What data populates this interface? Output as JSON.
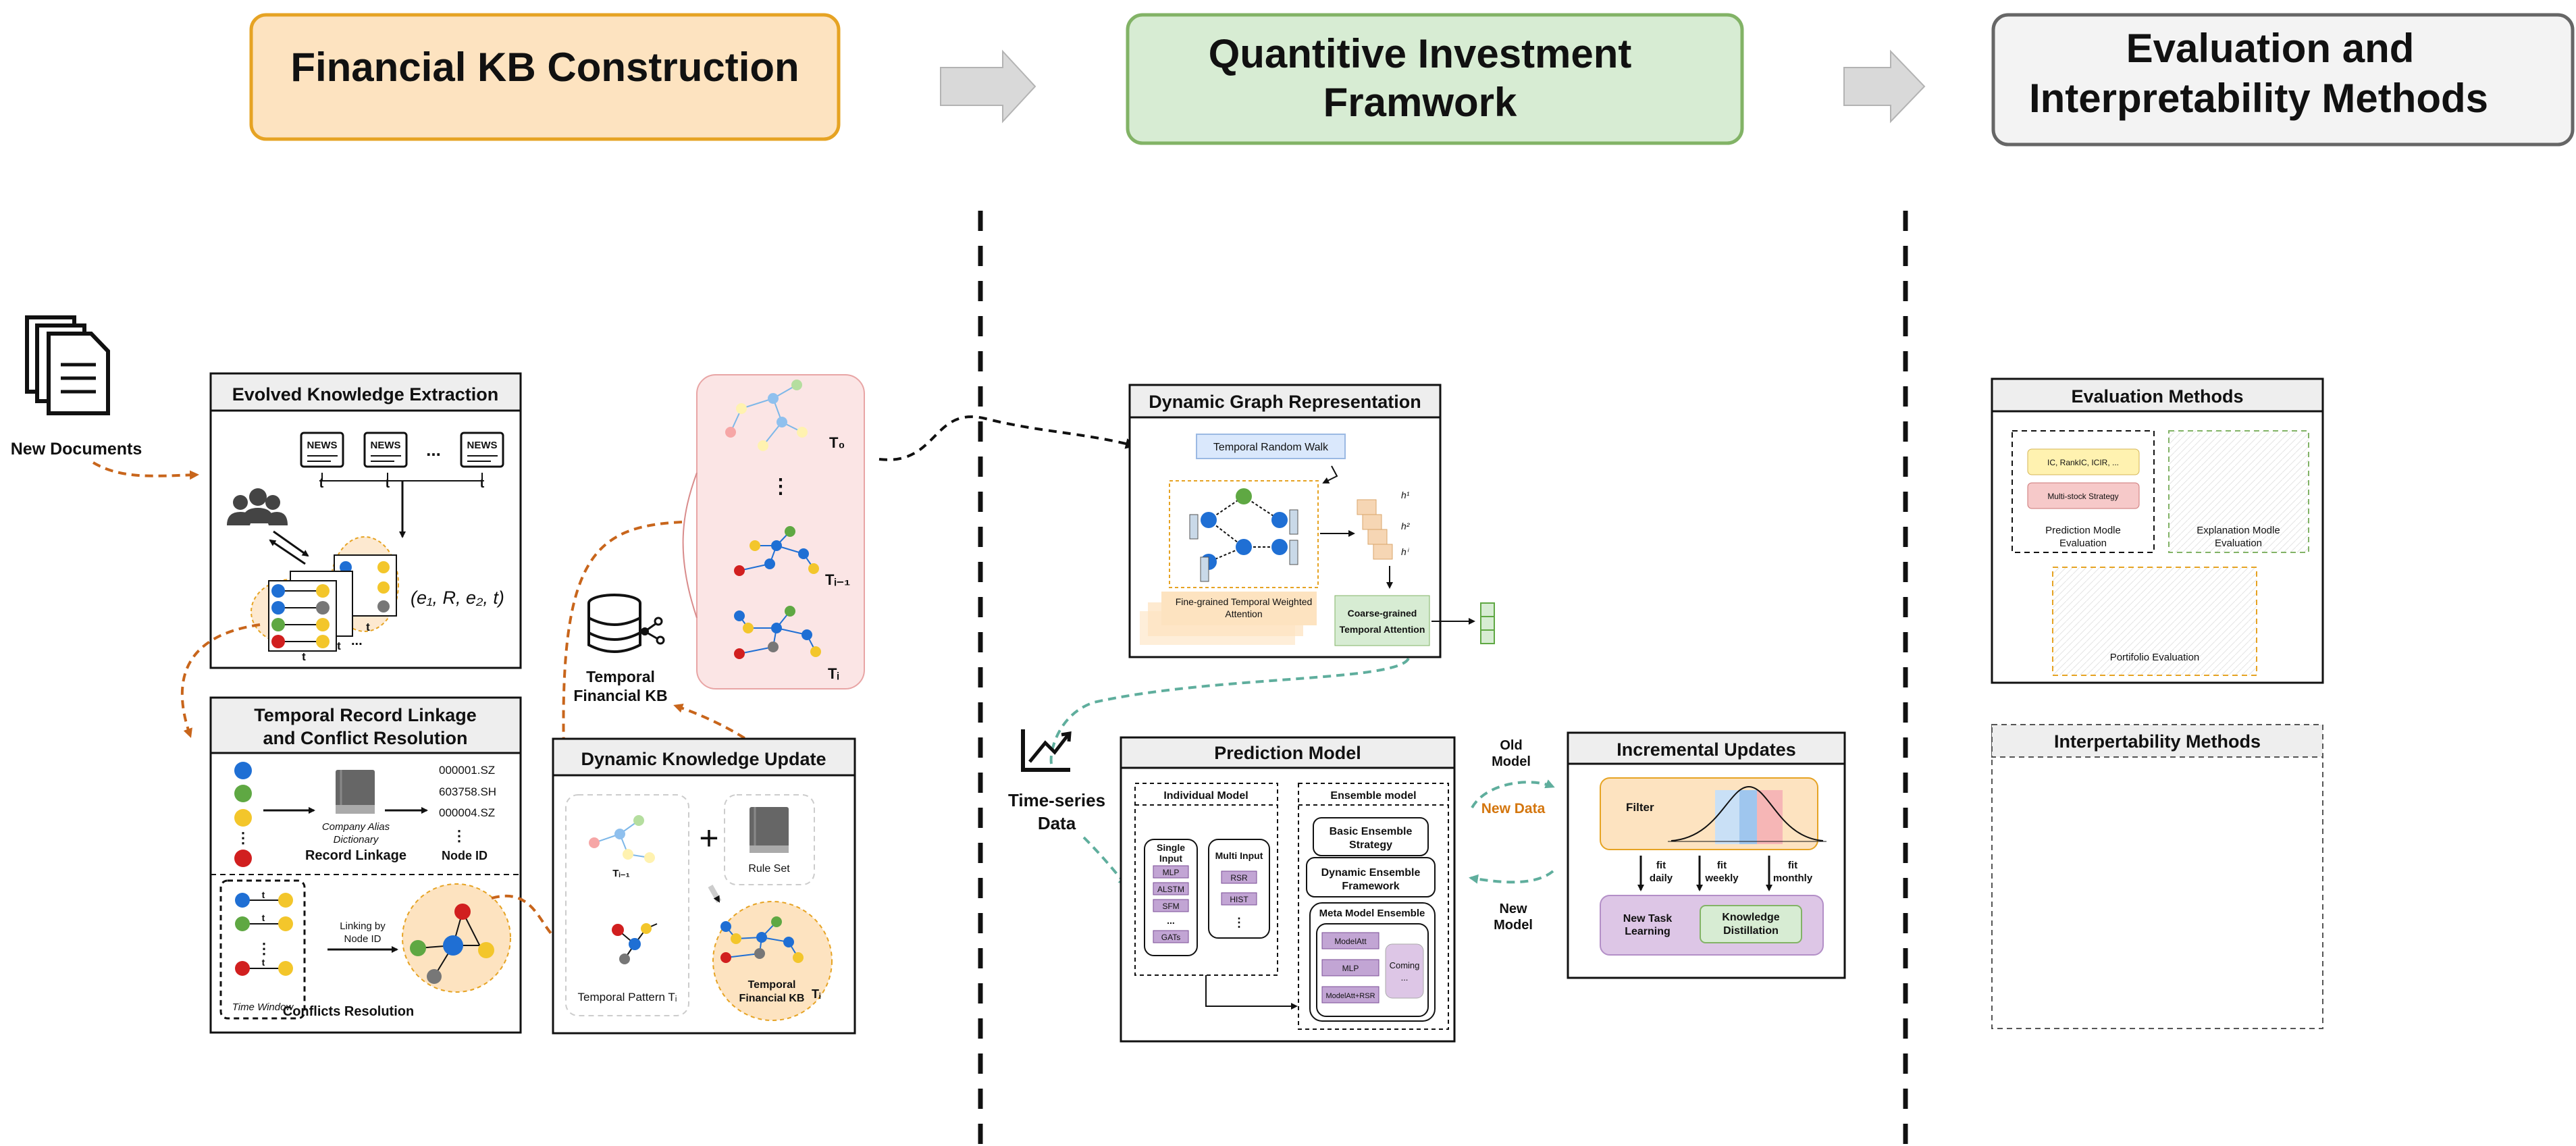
{
  "stages": {
    "kb": "Financial KB Construction",
    "quant_line1": "Quantitive Investment",
    "quant_line2": "Framwork",
    "eval_line1": "Evaluation and",
    "eval_line2": "Interpretability Methods"
  },
  "new_documents": "New Documents",
  "extraction": {
    "title": "Evolved Knowledge Extraction",
    "news": "NEWS",
    "t0": "t",
    "t1": "t",
    "tn": "t",
    "ellipsis": "...",
    "quad": "(e₁, R, e₂, t)"
  },
  "kb_graphs": {
    "T0": "T₀",
    "Ti1": "Tᵢ₋₁",
    "Ti": "Tᵢ",
    "dots": "⋮"
  },
  "temporal_kb": {
    "line1": "Temporal",
    "line2": "Financial KB"
  },
  "linkage": {
    "title_line1": "Temporal Record Linkage",
    "title_line2": "and Conflict Resolution",
    "dictionary_line1": "Company Alias",
    "dictionary_line2": "Dictionary",
    "record_linkage": "Record Linkage",
    "ids": [
      "000001.SZ",
      "603758.SH",
      "000004.SZ"
    ],
    "node_id": "Node ID",
    "linking_line1": "Linking by",
    "linking_line2": "Node ID",
    "time_window": "Time Window",
    "conflicts": "Conflicts Resolution"
  },
  "dynamic_update": {
    "title": "Dynamic Knowledge Update",
    "rule_set": "Rule Set",
    "temporal_pattern": "Temporal Pattern Tᵢ",
    "tkb_line1": "Temporal",
    "tkb_line2": "Financial KB"
  },
  "graph_rep": {
    "title": "Dynamic Graph Representation",
    "random_walk": "Temporal Random Walk",
    "fine_line1": "Fine-grained Temporal Weighted",
    "fine_line2": "Attention",
    "coarse_line1": "Coarse-grained",
    "coarse_line2": "Temporal Attention"
  },
  "timeseries": {
    "line1": "Time-series",
    "line2": "Data"
  },
  "prediction": {
    "title": "Prediction Model",
    "individual": "Individual Model",
    "single_line1": "Single",
    "single_line2": "Input",
    "single_items": [
      "MLP",
      "ALSTM",
      "SFM",
      "...",
      "GATs"
    ],
    "multi": "Multi Input",
    "multi_items": [
      "RSR",
      "HIST"
    ],
    "ensemble": "Ensemble model",
    "basic_line1": "Basic Ensemble",
    "basic_line2": "Strategy",
    "dyn_line1": "Dynamic Ensemble",
    "dyn_line2": "Framework",
    "meta": "Meta Model Ensemble",
    "meta_items": [
      "ModelAtt",
      "MLP",
      "ModelAtt+RSR"
    ],
    "coming": "Coming",
    "coming_dots": "..."
  },
  "flow": {
    "old_line1": "Old",
    "old_line2": "Model",
    "new_data": "New Data",
    "new_line1": "New",
    "new_line2": "Model"
  },
  "incremental": {
    "title": "Incremental Updates",
    "filter": "Filter",
    "fit1_line1": "fit",
    "fit1_line2": "daily",
    "fit2_line1": "fit",
    "fit2_line2": "weekly",
    "fit3_line1": "fit",
    "fit3_line2": "monthly",
    "new_task_line1": "New Task",
    "new_task_line2": "Learning",
    "kd_line1": "Knowledge",
    "kd_line2": "Distillation"
  },
  "evaluation": {
    "title": "Evaluation Methods",
    "metrics": "IC, RankIC, ICIR, ...",
    "multi_stock": "Multi-stock Strategy",
    "pred_line1": "Prediction Modle",
    "pred_line2": "Evaluation",
    "expl_line1": "Explanation  Modle",
    "expl_line2": "Evaluation",
    "portfolio": "Portifolio Evaluation"
  },
  "interpretability": {
    "title": "Interpertability Methods"
  },
  "colors": {
    "orange_fill": "#fde3c0",
    "orange_stroke": "#e6a323",
    "green_fill": "#d7ecd3",
    "green_stroke": "#82b366",
    "gray_fill": "#f3f3f3",
    "gray_stroke": "#666666",
    "pink_fill": "#fbe5e5",
    "purple_fill": "#ddc6e6",
    "node_blue": "#1f6fd4",
    "node_green": "#5fa843",
    "node_yellow": "#f3c62b",
    "node_red": "#d11f1f",
    "node_gray": "#777777"
  }
}
